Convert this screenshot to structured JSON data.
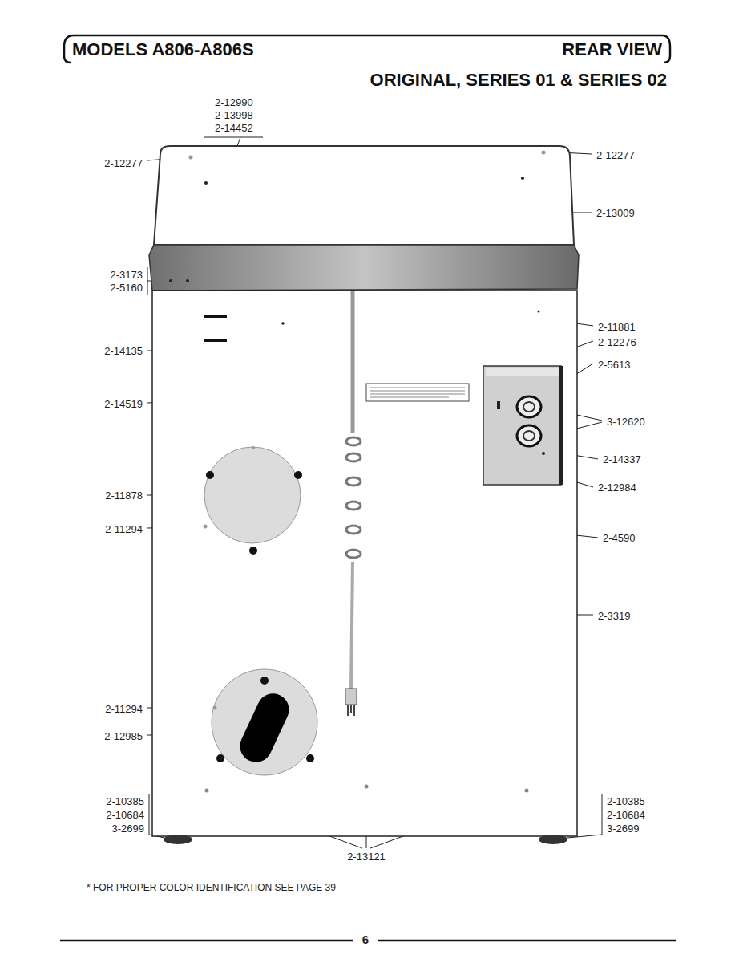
{
  "diagram": {
    "title": "MODELS A806-A806S",
    "labels": [
      "REAR VIEW",
      "ORIGINAL, SERIES 01 & SERIES 02",
      "2-12990",
      "2-13998",
      "2-14452",
      "2-12277",
      "2-12277",
      "2-13009",
      "2-3173",
      "2-5160",
      "2-11881",
      "2-14135",
      "2-12276",
      "2-5613",
      "2-14519",
      "3-12620",
      "2-14337",
      "2-12984",
      "2-11878",
      "2-11294",
      "2-4590",
      "2-3319",
      "2-11294",
      "2-12985",
      "2-10385",
      "2-10684",
      "3-2699",
      "2-10385",
      "2-10684",
      "3-2699",
      "2-13121",
      "* FOR PROPER COLOR IDENTIFICATION SEE PAGE 39",
      "6"
    ]
  }
}
